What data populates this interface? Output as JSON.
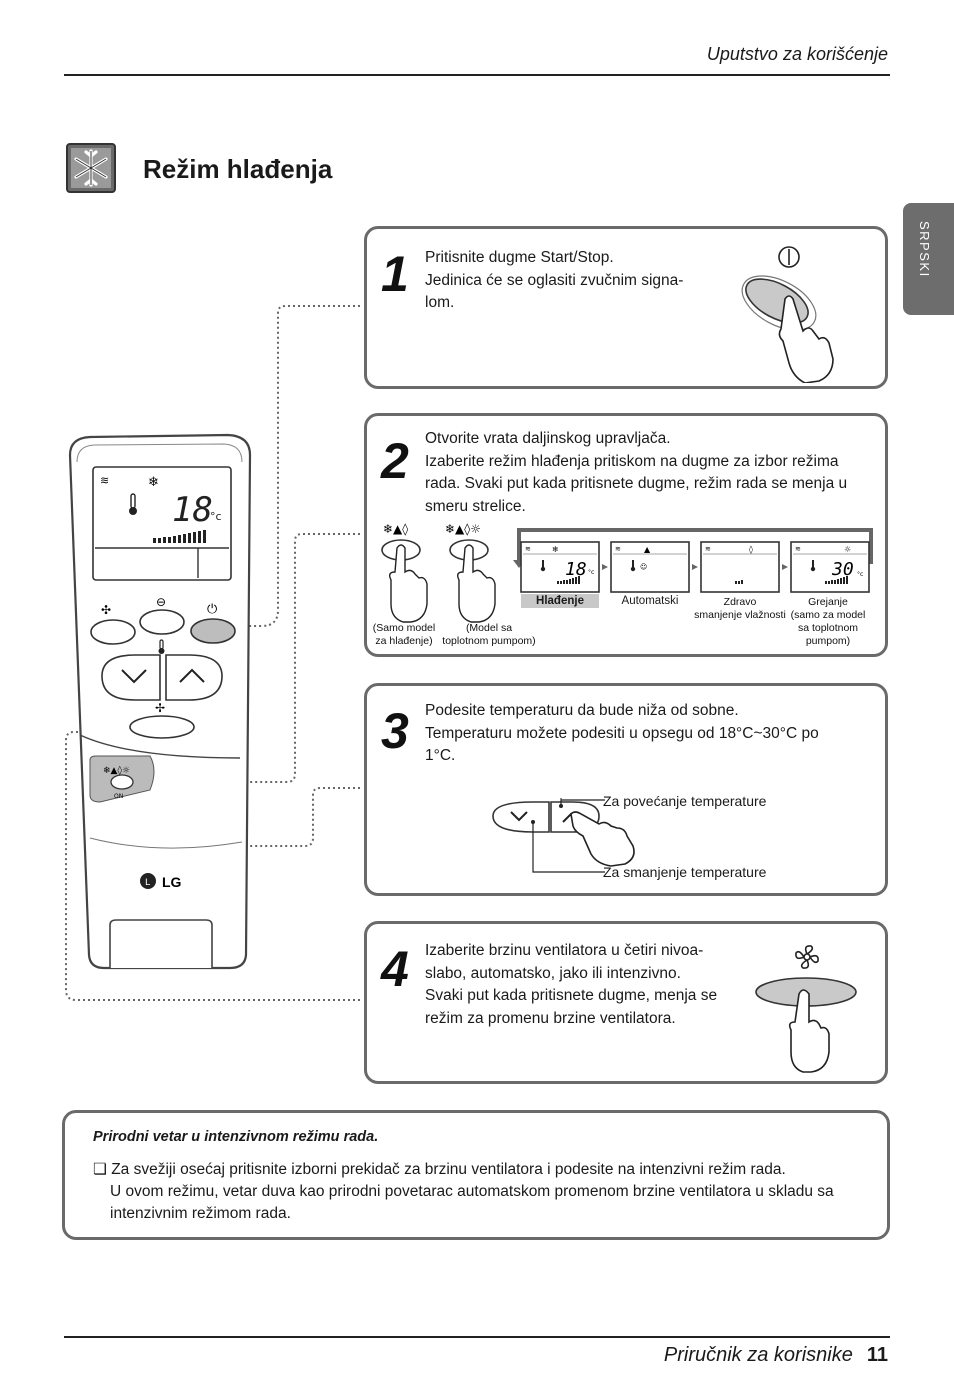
{
  "header": {
    "running_title": "Uputstvo za korišćenje"
  },
  "side_tab": {
    "label": "SRPSKI"
  },
  "section": {
    "title": "Režim hlađenja",
    "icon": "snowflake-icon"
  },
  "steps": [
    {
      "number": "1",
      "lines": [
        "Pritisnite dugme Start/Stop.",
        "Jedinica će se oglasiti zvučnim signa-",
        "lom."
      ]
    },
    {
      "number": "2",
      "lines": [
        "Otvorite vrata daljinskog upravljača.",
        "Izaberite režim hlađenja pritiskom na dugme za izbor režima",
        "rada. Svaki put kada pritisnete dugme, režim rada se menja u",
        "smeru strelice."
      ],
      "button_captions": {
        "cool_only": [
          "(Samo model",
          "za hlađenje)"
        ],
        "heat_pump": [
          "(Model sa",
          "toplotnom pumpom)"
        ]
      },
      "modes": [
        {
          "label": "Hlađenje",
          "temp": "18",
          "unit": "°c"
        },
        {
          "label": "Automatski"
        },
        {
          "label_lines": [
            "Zdravo",
            "smanjenje vlažnosti"
          ]
        },
        {
          "label_lines": [
            "Grejanje",
            "(samo za model",
            "sa toplotnom",
            "pumpom)"
          ],
          "temp": "30",
          "unit": "°c"
        }
      ]
    },
    {
      "number": "3",
      "lines": [
        "Podesite temperaturu da bude niža od sobne.",
        "Temperaturu možete podesiti u opsegu od 18°C~30°C po",
        "1°C."
      ],
      "callouts": {
        "up": "Za povećanje temperature",
        "down": "Za smanjenje temperature"
      }
    },
    {
      "number": "4",
      "lines": [
        "Izaberite brzinu ventilatora u četiri nivoa-",
        "slabo, automatsko, jako ili intenzivno.",
        "Svaki put kada pritisnete dugme, menja se",
        "režim za promenu brzine ventilatora."
      ]
    }
  ],
  "remote": {
    "display_temp": "18",
    "display_unit": "°c",
    "brand": "LG",
    "switch_label": "ON"
  },
  "note": {
    "title": "Prirodni vetar u intenzivnom režimu rada.",
    "bullet": "❏",
    "lines": [
      "Za svežiji osećaj pritisnite izborni prekidač za brzinu ventilatora i podesite na intenzivni režim rada.",
      "U ovom režimu, vetar duva kao prirodni povetarac automatskom promenom brzine ventilatora u skladu sa",
      "intenzivnim režimom rada."
    ]
  },
  "footer": {
    "title": "Priručnik za korisnike",
    "page": "11"
  }
}
